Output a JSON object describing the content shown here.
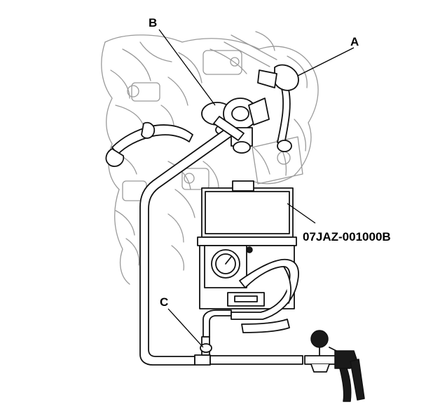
{
  "callouts": {
    "a": "A",
    "b": "B",
    "c": "C",
    "tool_part_number": "07JAZ-001000B"
  },
  "colors": {
    "line_art": "#111111",
    "engine_background": "#9a9a9a",
    "background": "#ffffff"
  }
}
